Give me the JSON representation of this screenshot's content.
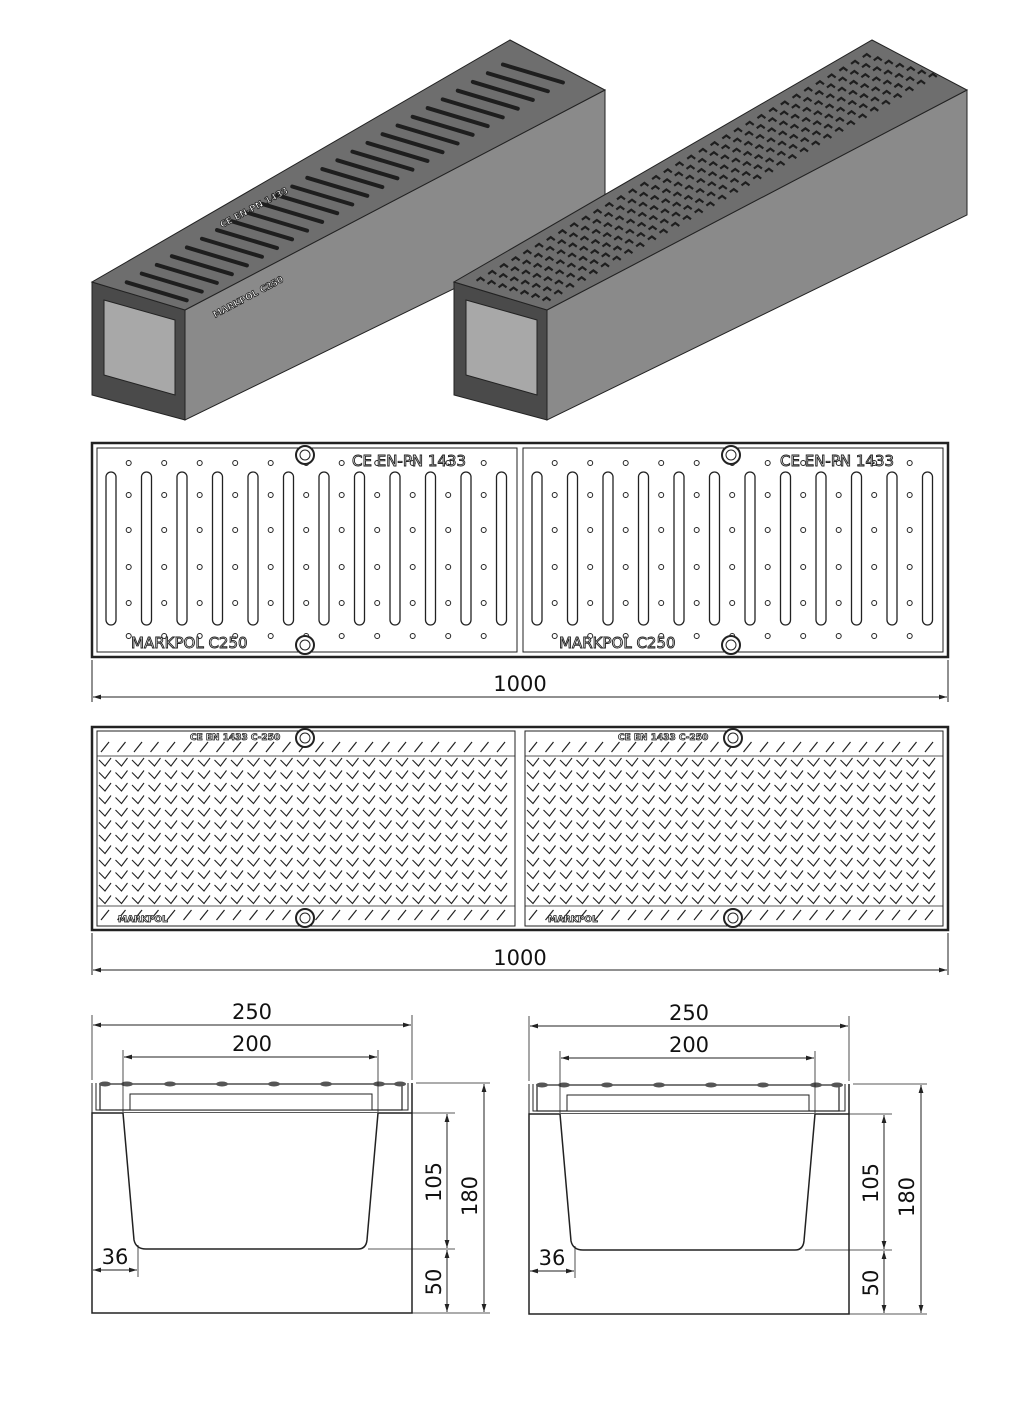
{
  "title": "Drainage channel with cast iron gratings – technical drawing",
  "colors": {
    "line": "#222222",
    "concrete_front": "#4a4a4a",
    "concrete_side": "#8a8a8a",
    "grate_top": "#6e6e6e",
    "slot": "#1e1e1e"
  },
  "isometric_views": [
    {
      "name": "channel-with-slotted-grate",
      "stamp_1": "CE EN-PN 1433",
      "stamp_2": "MARKPOL C250"
    },
    {
      "name": "channel-with-mesh-grate"
    }
  ],
  "plan_slotted": {
    "stamp_top": "CE EN-PN 1433",
    "stamp_bottom": "MARKPOL C250",
    "length_label": "1000"
  },
  "plan_mesh": {
    "stamp_top": "CE EN 1433 C-250",
    "stamp_bottom": "MARKPOL",
    "length_label": "1000"
  },
  "sections": [
    {
      "overall_width": "250",
      "inner_width": "200",
      "channel_depth": "105",
      "overall_height": "180",
      "bottom_thickness": "50",
      "wall_offset": "36"
    },
    {
      "overall_width": "250",
      "inner_width": "200",
      "channel_depth": "105",
      "overall_height": "180",
      "bottom_thickness": "50",
      "wall_offset": "36"
    }
  ]
}
